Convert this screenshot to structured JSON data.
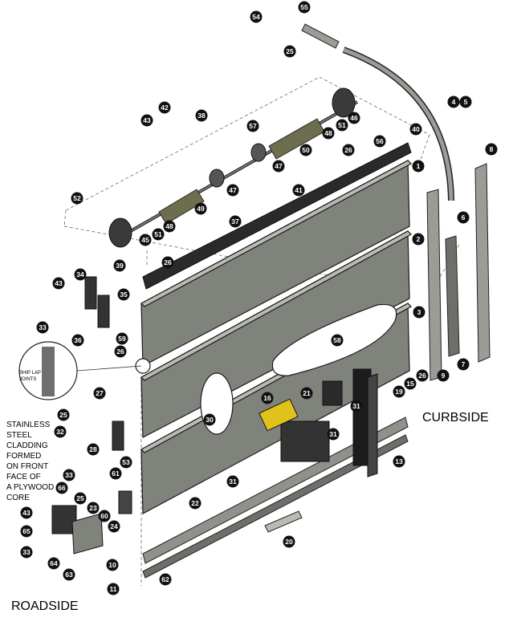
{
  "labels": {
    "curbside": "CURBSIDE",
    "roadside": "ROADSIDE",
    "ship_lap": [
      "SHIP LAP",
      "JOINTS"
    ],
    "cladding": [
      "STAINLESS",
      "STEEL",
      "CLADDING",
      "FORMED",
      "ON FRONT",
      "FACE OF",
      "A PLYWOOD",
      "CORE"
    ]
  },
  "callouts": [
    "54",
    "55",
    "25",
    "4",
    "5",
    "40",
    "42",
    "43",
    "38",
    "57",
    "46",
    "51",
    "48",
    "56",
    "26",
    "50",
    "47",
    "8",
    "1",
    "52",
    "41",
    "47",
    "49",
    "6",
    "37",
    "48",
    "51",
    "45",
    "2",
    "39",
    "26",
    "34",
    "43",
    "35",
    "59",
    "33",
    "36",
    "26",
    "3",
    "58",
    "26",
    "7",
    "9",
    "15",
    "19",
    "16",
    "21",
    "27",
    "31",
    "25",
    "32",
    "28",
    "30",
    "31",
    "13",
    "53",
    "33",
    "66",
    "25",
    "61",
    "23",
    "60",
    "24",
    "31",
    "22",
    "43",
    "65",
    "20",
    "33",
    "64",
    "63",
    "10",
    "11",
    "62"
  ],
  "colors": {
    "callout_fill": "#111111",
    "panel_fill": "#7f837c",
    "panel_light": "#a3a79f",
    "outline": "#1a1a1a",
    "leader": "#333333",
    "dash": "#555555"
  }
}
